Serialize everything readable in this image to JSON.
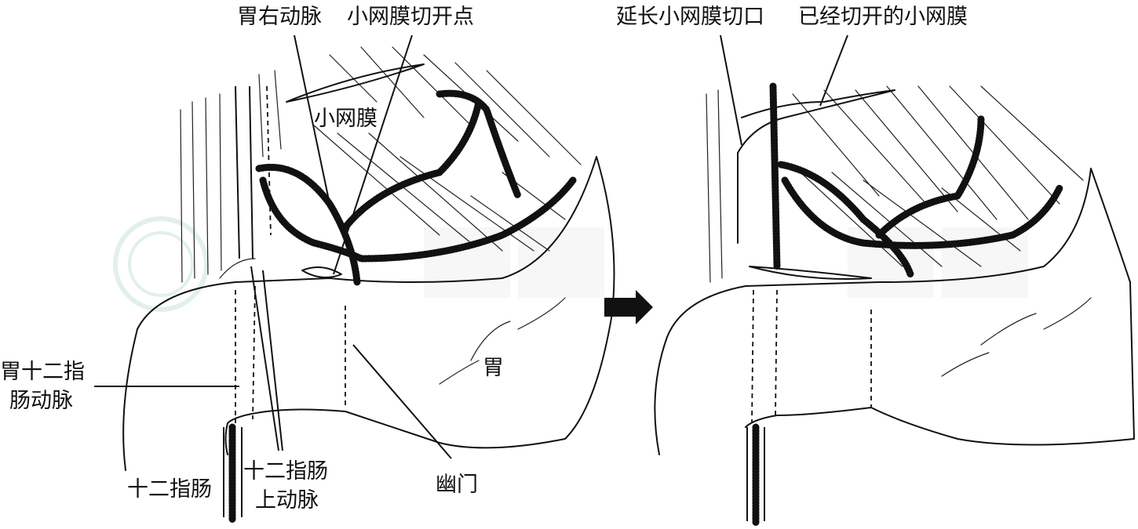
{
  "left_panel": {
    "labels": {
      "right_gastric_artery": "胃右动脉",
      "lesser_omentum_incision_point": "小网膜切开点",
      "lesser_omentum": "小网膜",
      "stomach": "胃",
      "gastroduodenal_artery_line1": "胃十二指",
      "gastroduodenal_artery_line2": "肠动脉",
      "duodenum": "十二指肠",
      "supraduodenal_artery_line1": "十二指肠",
      "supraduodenal_artery_line2": "上动脉",
      "pylorus": "幽门"
    }
  },
  "right_panel": {
    "labels": {
      "extend_incision": "延长小网膜切口",
      "incised_lesser_omentum": "已经切开的小网膜"
    }
  },
  "arrow": {
    "direction": "right",
    "color": "#111111"
  },
  "watermark": {
    "color": "#e6e6e6"
  }
}
